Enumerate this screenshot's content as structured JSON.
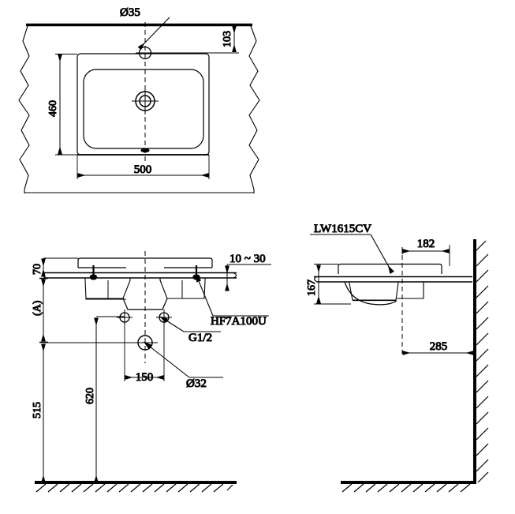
{
  "drawing": {
    "title": "Washbasin installation drawing",
    "line_color": "#000000",
    "background": "#ffffff",
    "views": [
      {
        "name": "front-elevation-top-view",
        "labels": [
          {
            "key": "dia35",
            "text": "Ø35",
            "kind": "leader-callout"
          },
          {
            "key": "d103",
            "text": "103",
            "kind": "dimension-vertical"
          },
          {
            "key": "d460",
            "text": "460",
            "kind": "dimension-vertical"
          },
          {
            "key": "d500",
            "text": "500",
            "kind": "dimension-horizontal"
          }
        ]
      },
      {
        "name": "side-section-left-view",
        "labels": [
          {
            "key": "d70",
            "text": "70",
            "kind": "dimension-vertical"
          },
          {
            "key": "dA",
            "text": "(A)",
            "kind": "dimension-vertical"
          },
          {
            "key": "d515",
            "text": "515",
            "kind": "dimension-vertical"
          },
          {
            "key": "d620",
            "text": "620",
            "kind": "dimension-vertical"
          },
          {
            "key": "d150",
            "text": "150",
            "kind": "dimension-horizontal"
          },
          {
            "key": "d10_30",
            "text": "10 ~ 30",
            "kind": "dimension-note"
          },
          {
            "key": "hf7a",
            "text": "HF7A100U",
            "kind": "leader-callout"
          },
          {
            "key": "g12",
            "text": "G1/2",
            "kind": "leader-callout"
          },
          {
            "key": "dia32",
            "text": "Ø32",
            "kind": "leader-callout"
          }
        ]
      },
      {
        "name": "side-elevation-right-view",
        "labels": [
          {
            "key": "model",
            "text": "LW1615CV",
            "kind": "leader-callout"
          },
          {
            "key": "d167",
            "text": "167",
            "kind": "dimension-vertical"
          },
          {
            "key": "d182",
            "text": "182",
            "kind": "dimension-horizontal"
          },
          {
            "key": "d285",
            "text": "285",
            "kind": "dimension-horizontal"
          }
        ]
      }
    ]
  },
  "top_view": {
    "dia35": "Ø35",
    "d103": "103",
    "d460": "460",
    "d500": "500"
  },
  "left_view": {
    "d70": "70",
    "dA": "(A)",
    "d515": "515",
    "d620": "620",
    "d150": "150",
    "d10_30": "10 ~ 30",
    "hf7a": "HF7A100U",
    "g12": "G1/2",
    "dia32": "Ø32"
  },
  "right_view": {
    "model": "LW1615CV",
    "d167": "167",
    "d182": "182",
    "d285": "285"
  }
}
